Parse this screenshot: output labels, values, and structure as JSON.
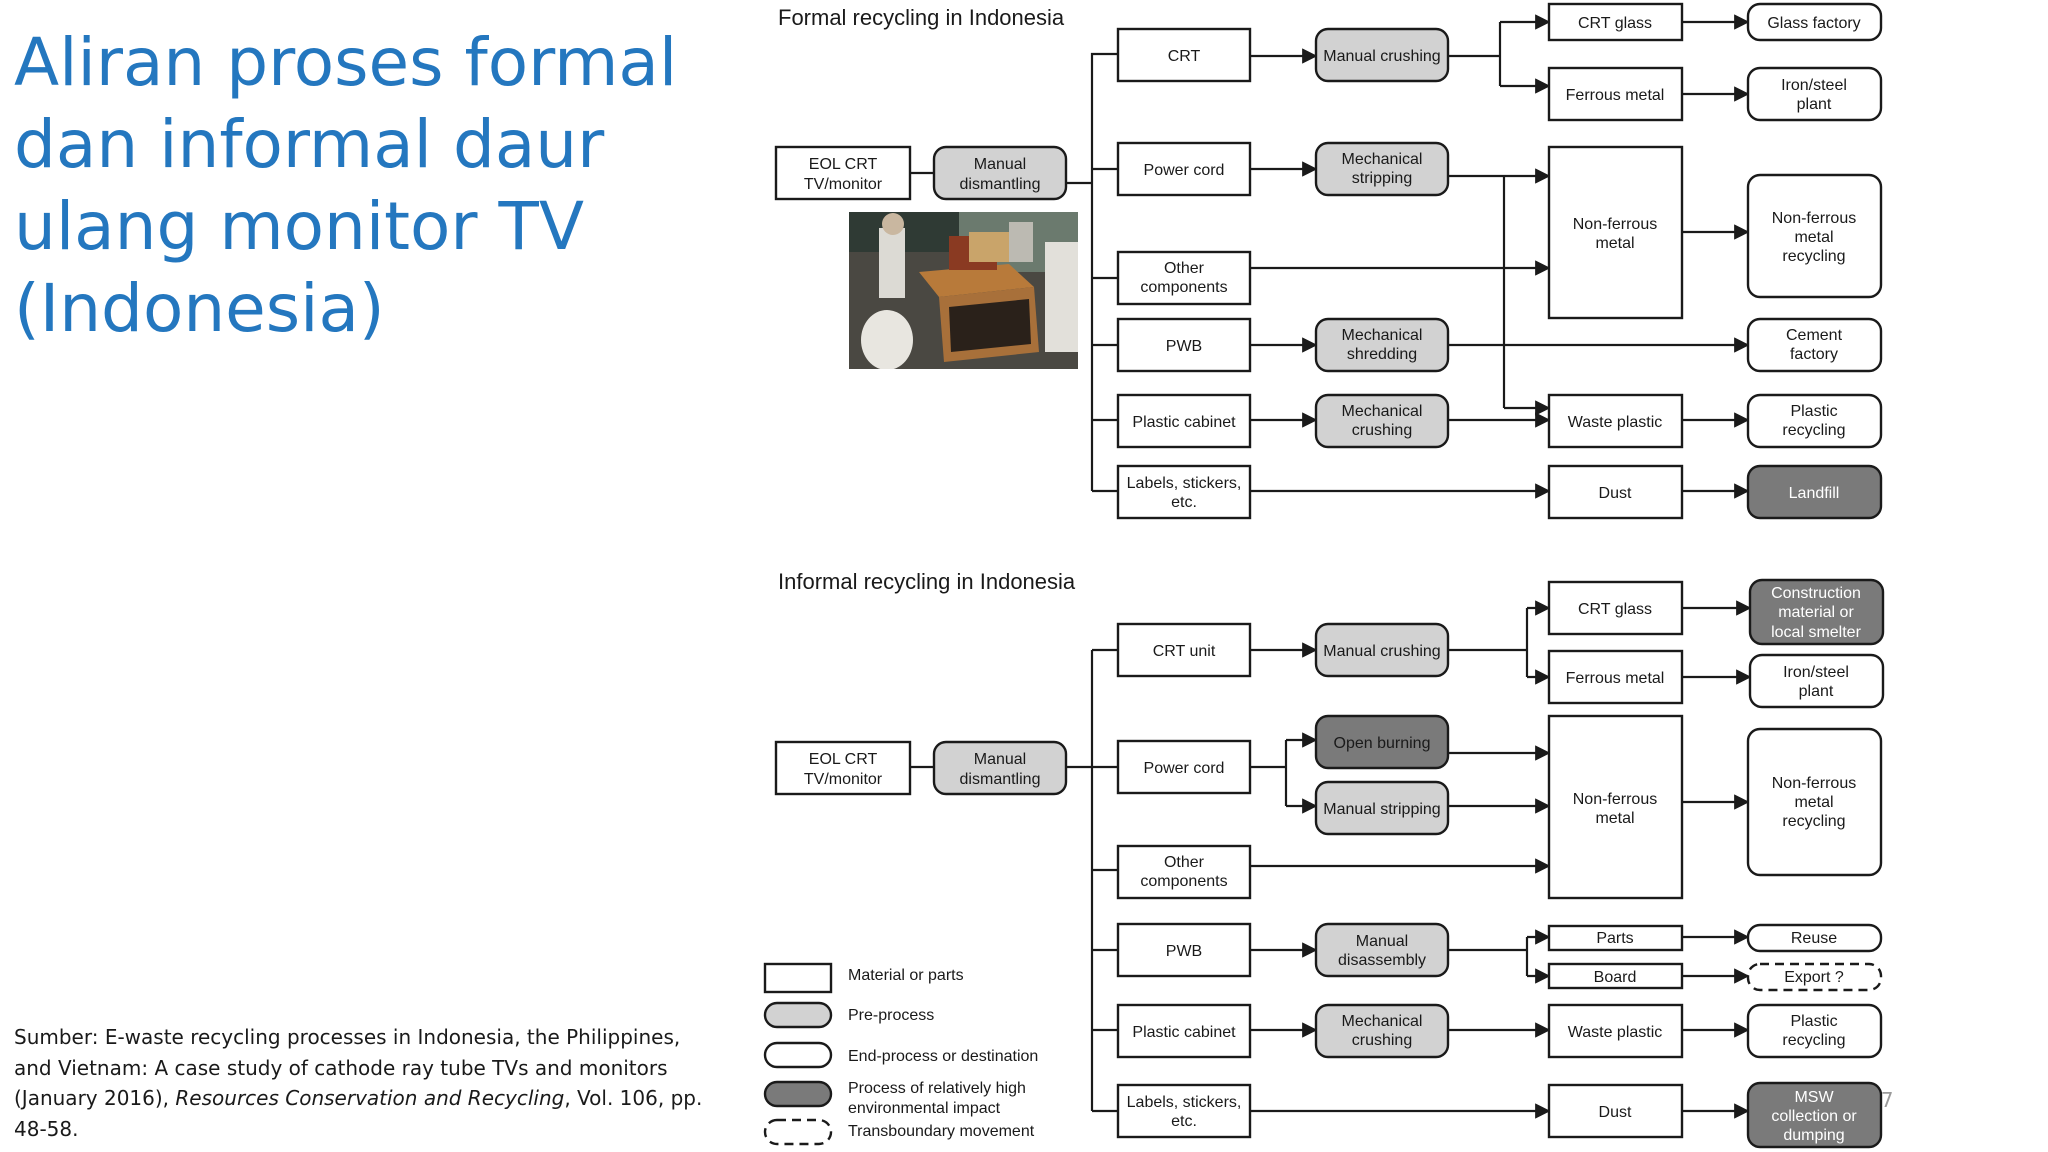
{
  "slide": {
    "title_lines": [
      "Aliran proses formal",
      "dan informal daur",
      "ulang monitor TV",
      "(Indonesia)"
    ],
    "source_prefix": "Sumber: E-waste recycling processes in Indonesia, the Philippines, and Vietnam: A case study of cathode ray tube TVs and monitors (January 2016), ",
    "source_journal": "Resources Conservation and Recycling",
    "source_suffix": ", Vol. 106, pp. 48-58.",
    "page_number": "27"
  },
  "diagram": {
    "formal": {
      "title": "Formal recycling in Indonesia",
      "source": [
        "EOL CRT",
        "TV/monitor"
      ],
      "dismantling": [
        "Manual",
        "dismantling"
      ],
      "components": [
        [
          "CRT"
        ],
        [
          "Power cord"
        ],
        [
          "Other",
          "components"
        ],
        [
          "PWB"
        ],
        [
          "Plastic cabinet"
        ],
        [
          "Labels, stickers,",
          "etc."
        ]
      ],
      "processes": [
        [
          "Manual crushing"
        ],
        [
          "Mechanical",
          "stripping"
        ],
        [
          "Mechanical",
          "shredding"
        ],
        [
          "Mechanical",
          "crushing"
        ]
      ],
      "materials": [
        [
          "CRT glass"
        ],
        [
          "Ferrous metal"
        ],
        [
          "Non-ferrous",
          "metal"
        ],
        [
          "Waste plastic"
        ],
        [
          "Dust"
        ]
      ],
      "destinations": [
        [
          "Glass factory"
        ],
        [
          "Iron/steel",
          "plant"
        ],
        [
          "Non-ferrous",
          "metal",
          "recycling"
        ],
        [
          "Cement",
          "factory"
        ],
        [
          "Plastic",
          "recycling"
        ],
        [
          "Landfill"
        ]
      ]
    },
    "informal": {
      "title": "Informal recycling in Indonesia",
      "source": [
        "EOL CRT",
        "TV/monitor"
      ],
      "dismantling": [
        "Manual",
        "dismantling"
      ],
      "components": [
        [
          "CRT unit"
        ],
        [
          "Power cord"
        ],
        [
          "Other",
          "components"
        ],
        [
          "PWB"
        ],
        [
          "Plastic cabinet"
        ],
        [
          "Labels, stickers,",
          "etc."
        ]
      ],
      "processes": [
        [
          "Manual crushing"
        ],
        [
          "Open burning"
        ],
        [
          "Manual stripping"
        ],
        [
          "Manual",
          "disassembly"
        ],
        [
          "Mechanical",
          "crushing"
        ]
      ],
      "materials": [
        [
          "CRT glass"
        ],
        [
          "Ferrous metal"
        ],
        [
          "Non-ferrous",
          "metal"
        ],
        [
          "Parts"
        ],
        [
          "Board"
        ],
        [
          "Waste plastic"
        ],
        [
          "Dust"
        ]
      ],
      "destinations": [
        [
          "Construction",
          "material or",
          "local smelter"
        ],
        [
          "Iron/steel",
          "plant"
        ],
        [
          "Non-ferrous",
          "metal",
          "recycling"
        ],
        [
          "Reuse"
        ],
        [
          "Export ?"
        ],
        [
          "Plastic",
          "recycling"
        ],
        [
          "MSW",
          "collection or",
          "dumping"
        ]
      ]
    },
    "legend": [
      "Material or parts",
      "Pre-process",
      "End-process or destination",
      [
        "Process of relatively high",
        "environmental impact"
      ],
      "Transboundary movement"
    ],
    "colors": {
      "title": "#2477bf",
      "preprocess_fill": "#d2d2d2",
      "high_impact_fill": "#7a7a7a",
      "stroke": "#1a1a1a"
    }
  }
}
